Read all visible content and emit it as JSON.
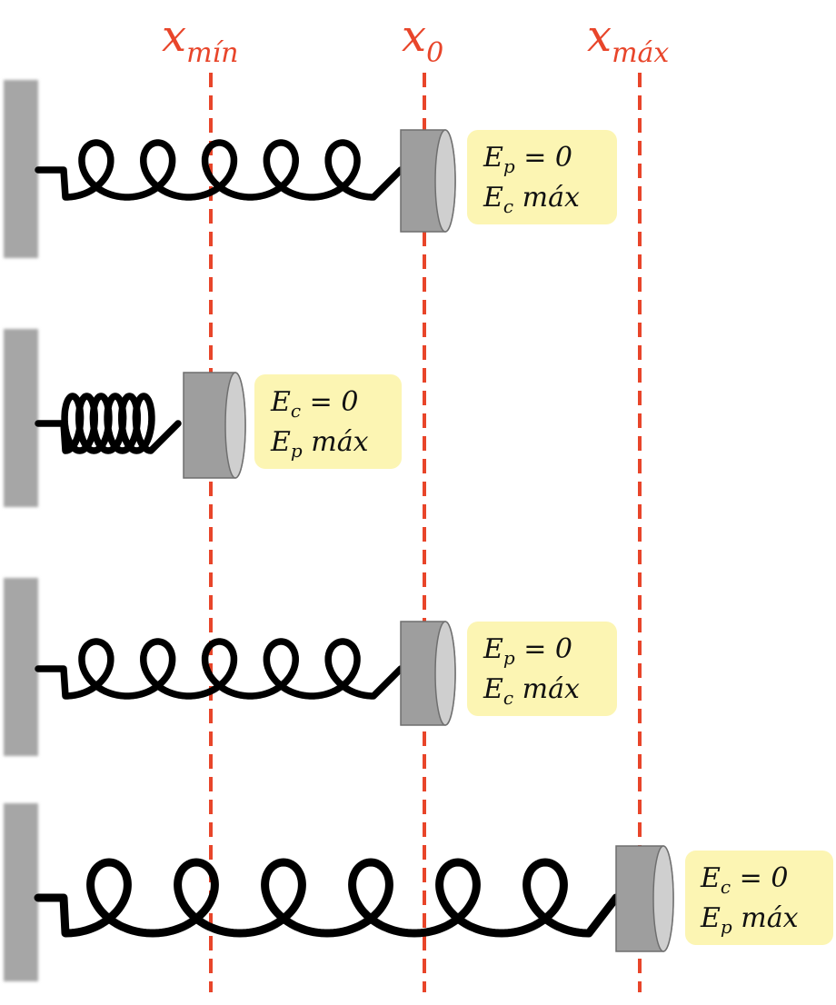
{
  "markers": [
    {
      "id": "xmin",
      "base": "x",
      "sub": "mín"
    },
    {
      "id": "x0",
      "base": "x",
      "sub": "0"
    },
    {
      "id": "xmax",
      "base": "x",
      "sub": "máx"
    }
  ],
  "rows": [
    {
      "state": "equilibrium",
      "box": [
        {
          "sym": "E",
          "sub": "p",
          "rest": " = 0"
        },
        {
          "sym": "E",
          "sub": "c",
          "rest": " máx"
        }
      ]
    },
    {
      "state": "compressed",
      "box": [
        {
          "sym": "E",
          "sub": "c",
          "rest": " = 0"
        },
        {
          "sym": "E",
          "sub": "p",
          "rest": " máx"
        }
      ]
    },
    {
      "state": "equilibrium",
      "box": [
        {
          "sym": "E",
          "sub": "p",
          "rest": " = 0"
        },
        {
          "sym": "E",
          "sub": "c",
          "rest": " máx"
        }
      ]
    },
    {
      "state": "stretched",
      "box": [
        {
          "sym": "E",
          "sub": "c",
          "rest": " = 0"
        },
        {
          "sym": "E",
          "sub": "p",
          "rest": " máx"
        }
      ]
    }
  ],
  "colors": {
    "marker": "#e8452a",
    "wall": "#a6a6a6",
    "mass": "#9e9e9e",
    "mass_face": "#cfcfcf",
    "box": "#fcf5b3",
    "spring": "#000000"
  }
}
